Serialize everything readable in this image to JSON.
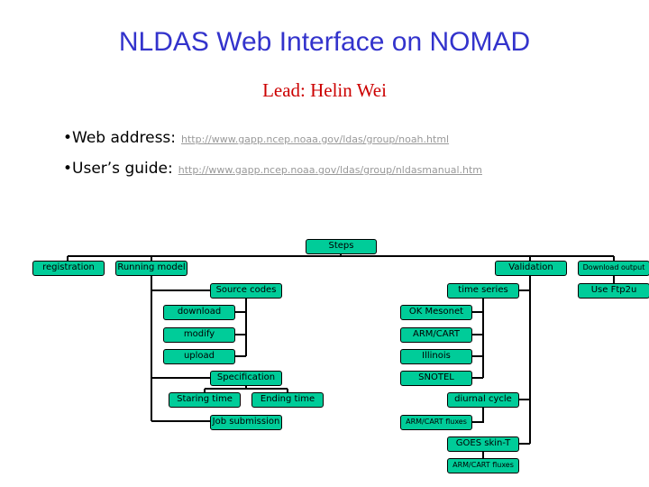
{
  "title": "NLDAS Web Interface on NOMAD",
  "lead": "Lead: Helin Wei",
  "bullets": [
    {
      "label": "•Web address:",
      "url": "http://www.gapp.ncep.noaa.gov/ldas/group/noah.html"
    },
    {
      "label": "•User’s guide:",
      "url": "http://www.gapp.ncep.noaa.gov/ldas/group/nldasmanual.htm"
    }
  ],
  "diagram": {
    "steps": "Steps",
    "registration": "registration",
    "running_model": "Running model",
    "source_codes": "Source codes",
    "download": "download",
    "modify": "modify",
    "upload": "upload",
    "specification": "Specification",
    "staring_time": "Staring time",
    "ending_time": "Ending time",
    "job_submission": "Job submission",
    "validation": "Validation",
    "time_series": "time series",
    "ok_mesonet": "OK Mesonet",
    "arm_cart": "ARM/CART",
    "illinois": "Illinois",
    "snotel": "SNOTEL",
    "diurnal_cycle": "diurnal cycle",
    "arm_cart_fluxes_1": "ARM/CART fluxes",
    "goes_skin_t": "GOES skin-T",
    "arm_cart_fluxes_2": "ARM/CART fluxes",
    "download_output": "Download output",
    "use_ftp2u": "Use Ftp2u"
  }
}
